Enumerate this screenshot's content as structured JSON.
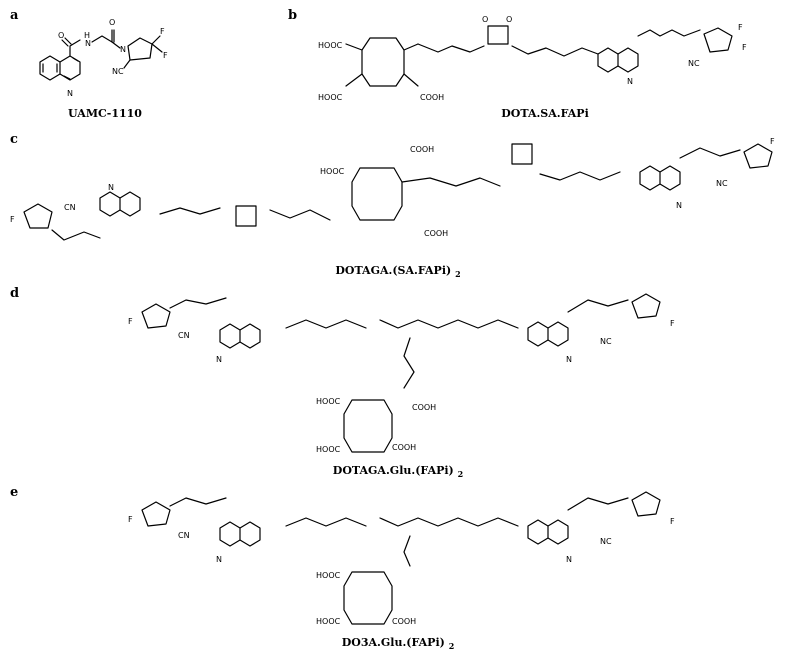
{
  "panels": [
    {
      "letter": "a",
      "name": "UAMC-1110",
      "subscript": ""
    },
    {
      "letter": "b",
      "name": "DOTA.SA.FAPi",
      "subscript": ""
    },
    {
      "letter": "c",
      "name": "DOTAGA.(SA.FAPi)",
      "subscript": "2"
    },
    {
      "letter": "d",
      "name": "DOTAGA.Glu.(FAPi)",
      "subscript": "2"
    },
    {
      "letter": "e",
      "name": "DO3A.Glu.(FAPi)",
      "subscript": "2"
    }
  ],
  "atoms": {
    "o": "O",
    "n": "N",
    "nh": "N",
    "h": "H",
    "f": "F",
    "cn": "CN",
    "nc": "NC",
    "cooh": "COOH",
    "hooc": "HOOC"
  }
}
